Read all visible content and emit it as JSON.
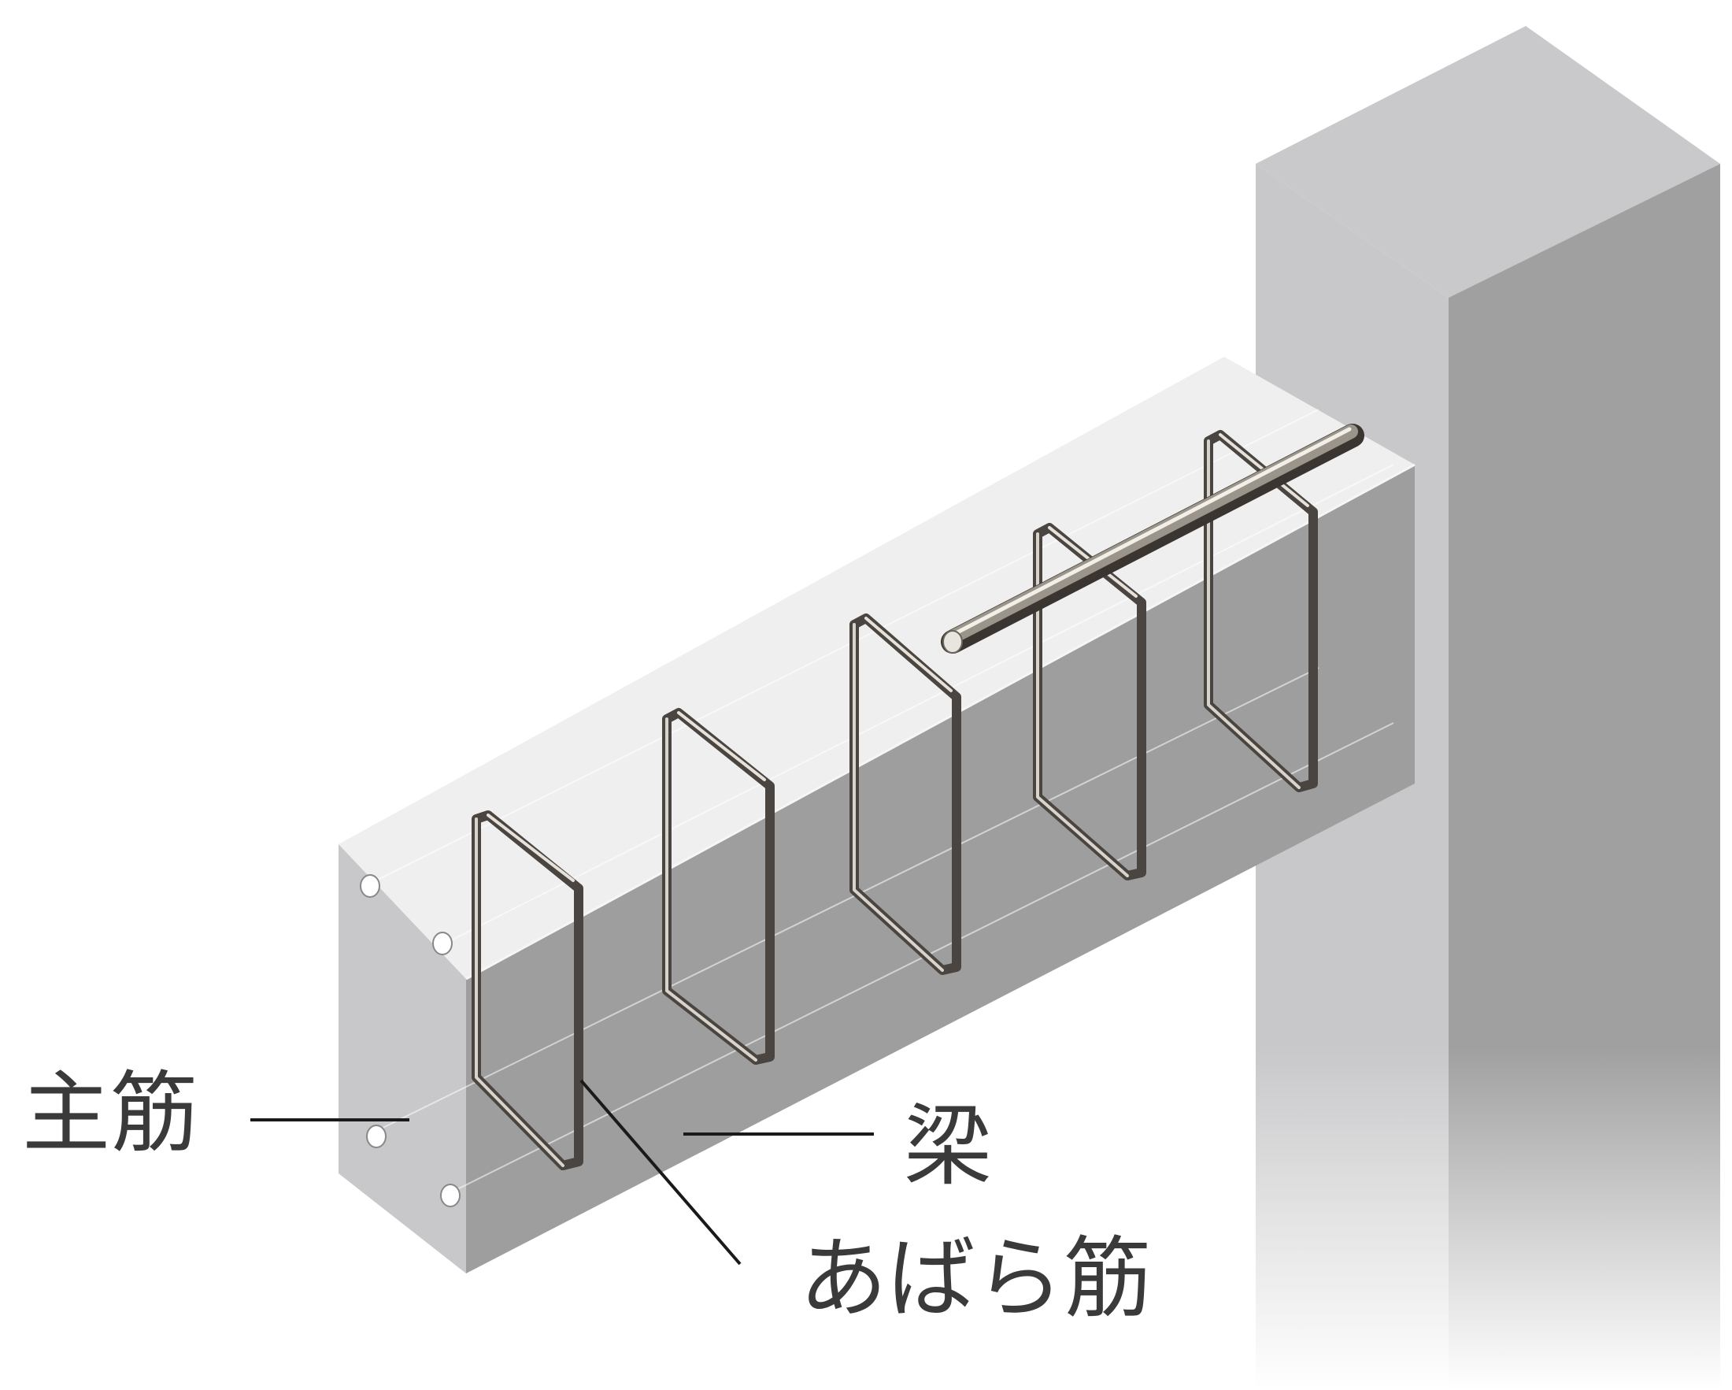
{
  "labels": {
    "main_rebar": "主筋",
    "beam": "梁",
    "stirrup": "あばら筋"
  },
  "colors": {
    "column_front": "#c8c8ca",
    "column_side": "#a0a0a0",
    "column_top": "#c9c9cb",
    "beam_front": "#9e9e9e",
    "beam_end": "#c8c8ca",
    "beam_top": "#efefef",
    "rebar_dark": "#4a4540",
    "rebar_light": "#d8d4cc",
    "leader_line": "#1a1a1a",
    "label_text": "#3a3a3a"
  }
}
